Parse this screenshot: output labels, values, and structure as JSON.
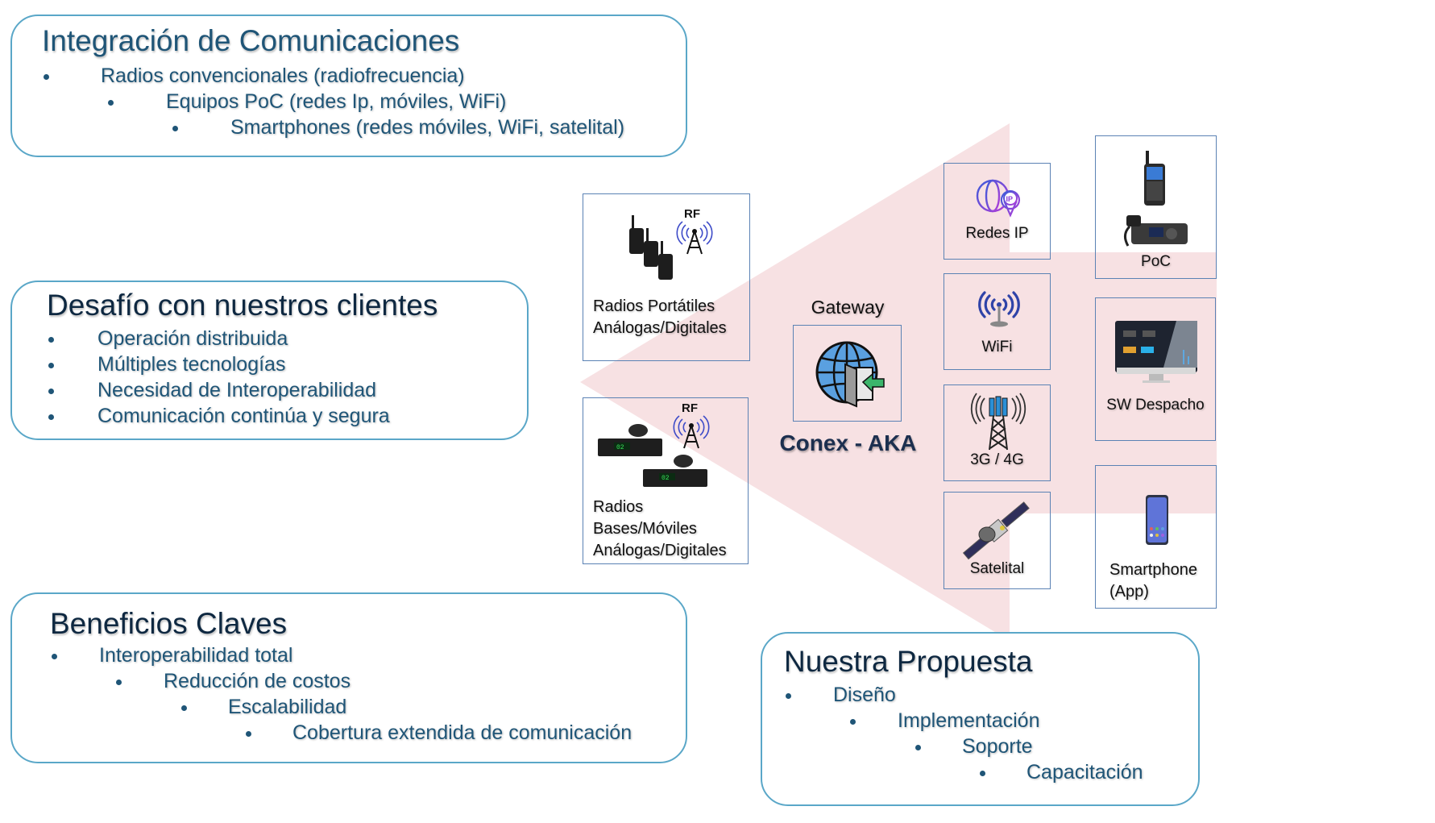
{
  "colors": {
    "panel_border": "#5aa7c8",
    "bullet_text": "#1f5577",
    "title_dark": "#0e2841",
    "arrow_fill": "#f7e1e3",
    "tile_border": "#5b82b4"
  },
  "panels": {
    "integracion": {
      "title": "Integración de Comunicaciones",
      "items": [
        "Radios convencionales (radiofrecuencia)",
        "Equipos PoC (redes Ip, móviles, WiFi)",
        "Smartphones (redes móviles, WiFi, satelital)"
      ]
    },
    "desafio": {
      "title": "Desafío con nuestros clientes",
      "items": [
        "Operación distribuida",
        "Múltiples tecnologías",
        "Necesidad de Interoperabilidad",
        "Comunicación continúa y segura"
      ]
    },
    "beneficios": {
      "title": "Beneficios Claves",
      "items": [
        "Interoperabilidad total",
        "Reducción de costos",
        "Escalabilidad",
        "Cobertura extendida de comunicación"
      ]
    },
    "propuesta": {
      "title": "Nuestra Propuesta",
      "items": [
        "Diseño",
        "Implementación",
        "Soporte",
        "Capacitación"
      ]
    }
  },
  "diagram": {
    "radios_portatiles": {
      "badge": "RF",
      "line1": "Radios Portátiles",
      "line2": "Análogas/Digitales",
      "icon": "handheld-radios-icon"
    },
    "radios_bases": {
      "badge": "RF",
      "line1": "Radios",
      "line2": "Bases/Móviles",
      "line3": "Análogas/Digitales",
      "icon": "mobile-radios-icon"
    },
    "gateway": {
      "top_label": "Gateway",
      "bottom_label": "Conex - AKA",
      "icon": "globe-door-icon"
    },
    "networks": [
      {
        "label": "Redes IP",
        "icon": "ip-globe-icon"
      },
      {
        "label": "WiFi",
        "icon": "wifi-icon"
      },
      {
        "label": "3G / 4G",
        "icon": "cell-tower-icon"
      },
      {
        "label": "Satelital",
        "icon": "satellite-icon"
      }
    ],
    "endpoints": [
      {
        "label": "PoC",
        "icon": "poc-radio-icon"
      },
      {
        "label": "SW Despacho",
        "icon": "monitor-icon"
      },
      {
        "label1": "Smartphone",
        "label2": "(App)",
        "icon": "smartphone-icon"
      }
    ]
  }
}
